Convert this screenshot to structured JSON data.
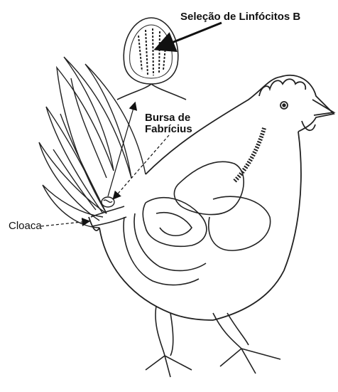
{
  "labels": {
    "selection": "Seleção de Linfócitos B",
    "bursa_line1": "Bursa de",
    "bursa_line2": "Fabrícius",
    "cloaca": "Cloaca"
  },
  "colors": {
    "ink": "#111111",
    "background": "#ffffff"
  }
}
